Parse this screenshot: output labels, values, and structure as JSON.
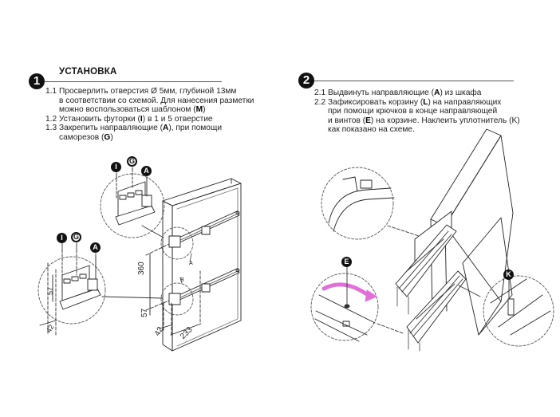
{
  "section1": {
    "number": "1",
    "heading": "УСТАНОВКА",
    "steps": [
      {
        "lines": [
          {
            "num": "1.1",
            "text": "Просверлить отверстия Ø 5мм, глубиной 13мм"
          },
          {
            "text": "в соответствии со схемой. Для нанесения разметки"
          },
          {
            "text": "можно воспользоваться шаблоном (",
            "bold": "M",
            "after": ")"
          }
        ]
      },
      {
        "lines": [
          {
            "num": "1.2",
            "text": "Установить футорки (",
            "bold": "I",
            "after": ") в 1 и 5 отверстие"
          }
        ]
      },
      {
        "lines": [
          {
            "num": "1.3",
            "text": "Закрепить направляющие (",
            "bold": "A",
            "after": "), при помощи"
          },
          {
            "text": "саморезов (",
            "bold": "G",
            "after": ")"
          }
        ]
      }
    ],
    "callouts": [
      "I",
      "G",
      "A"
    ],
    "dimensions": {
      "d360": "360",
      "d57": "57",
      "d42": "42",
      "d233": "233",
      "detail_a": "A",
      "detail_b": "B"
    }
  },
  "section2": {
    "number": "2",
    "steps": [
      {
        "lines": [
          {
            "num": "2.1",
            "text": "Выдвинуть направляющие (",
            "bold": "A",
            "after": ") из шкафа"
          }
        ]
      },
      {
        "lines": [
          {
            "num": "2.2",
            "text": "Зафиксировать корзину (",
            "bold": "L",
            "after": ") на направляющих"
          },
          {
            "text": "при помощи крючков в конце направляющей"
          },
          {
            "text": "и винтов (",
            "bold": "E",
            "after": ") на корзине. Наклеить уплотнитель (K)"
          },
          {
            "text": "как показано на схеме."
          }
        ]
      }
    ],
    "callouts": [
      "E",
      "K"
    ]
  },
  "colors": {
    "ink": "#111111",
    "arrow": "#e070d8",
    "line": "#555555"
  }
}
